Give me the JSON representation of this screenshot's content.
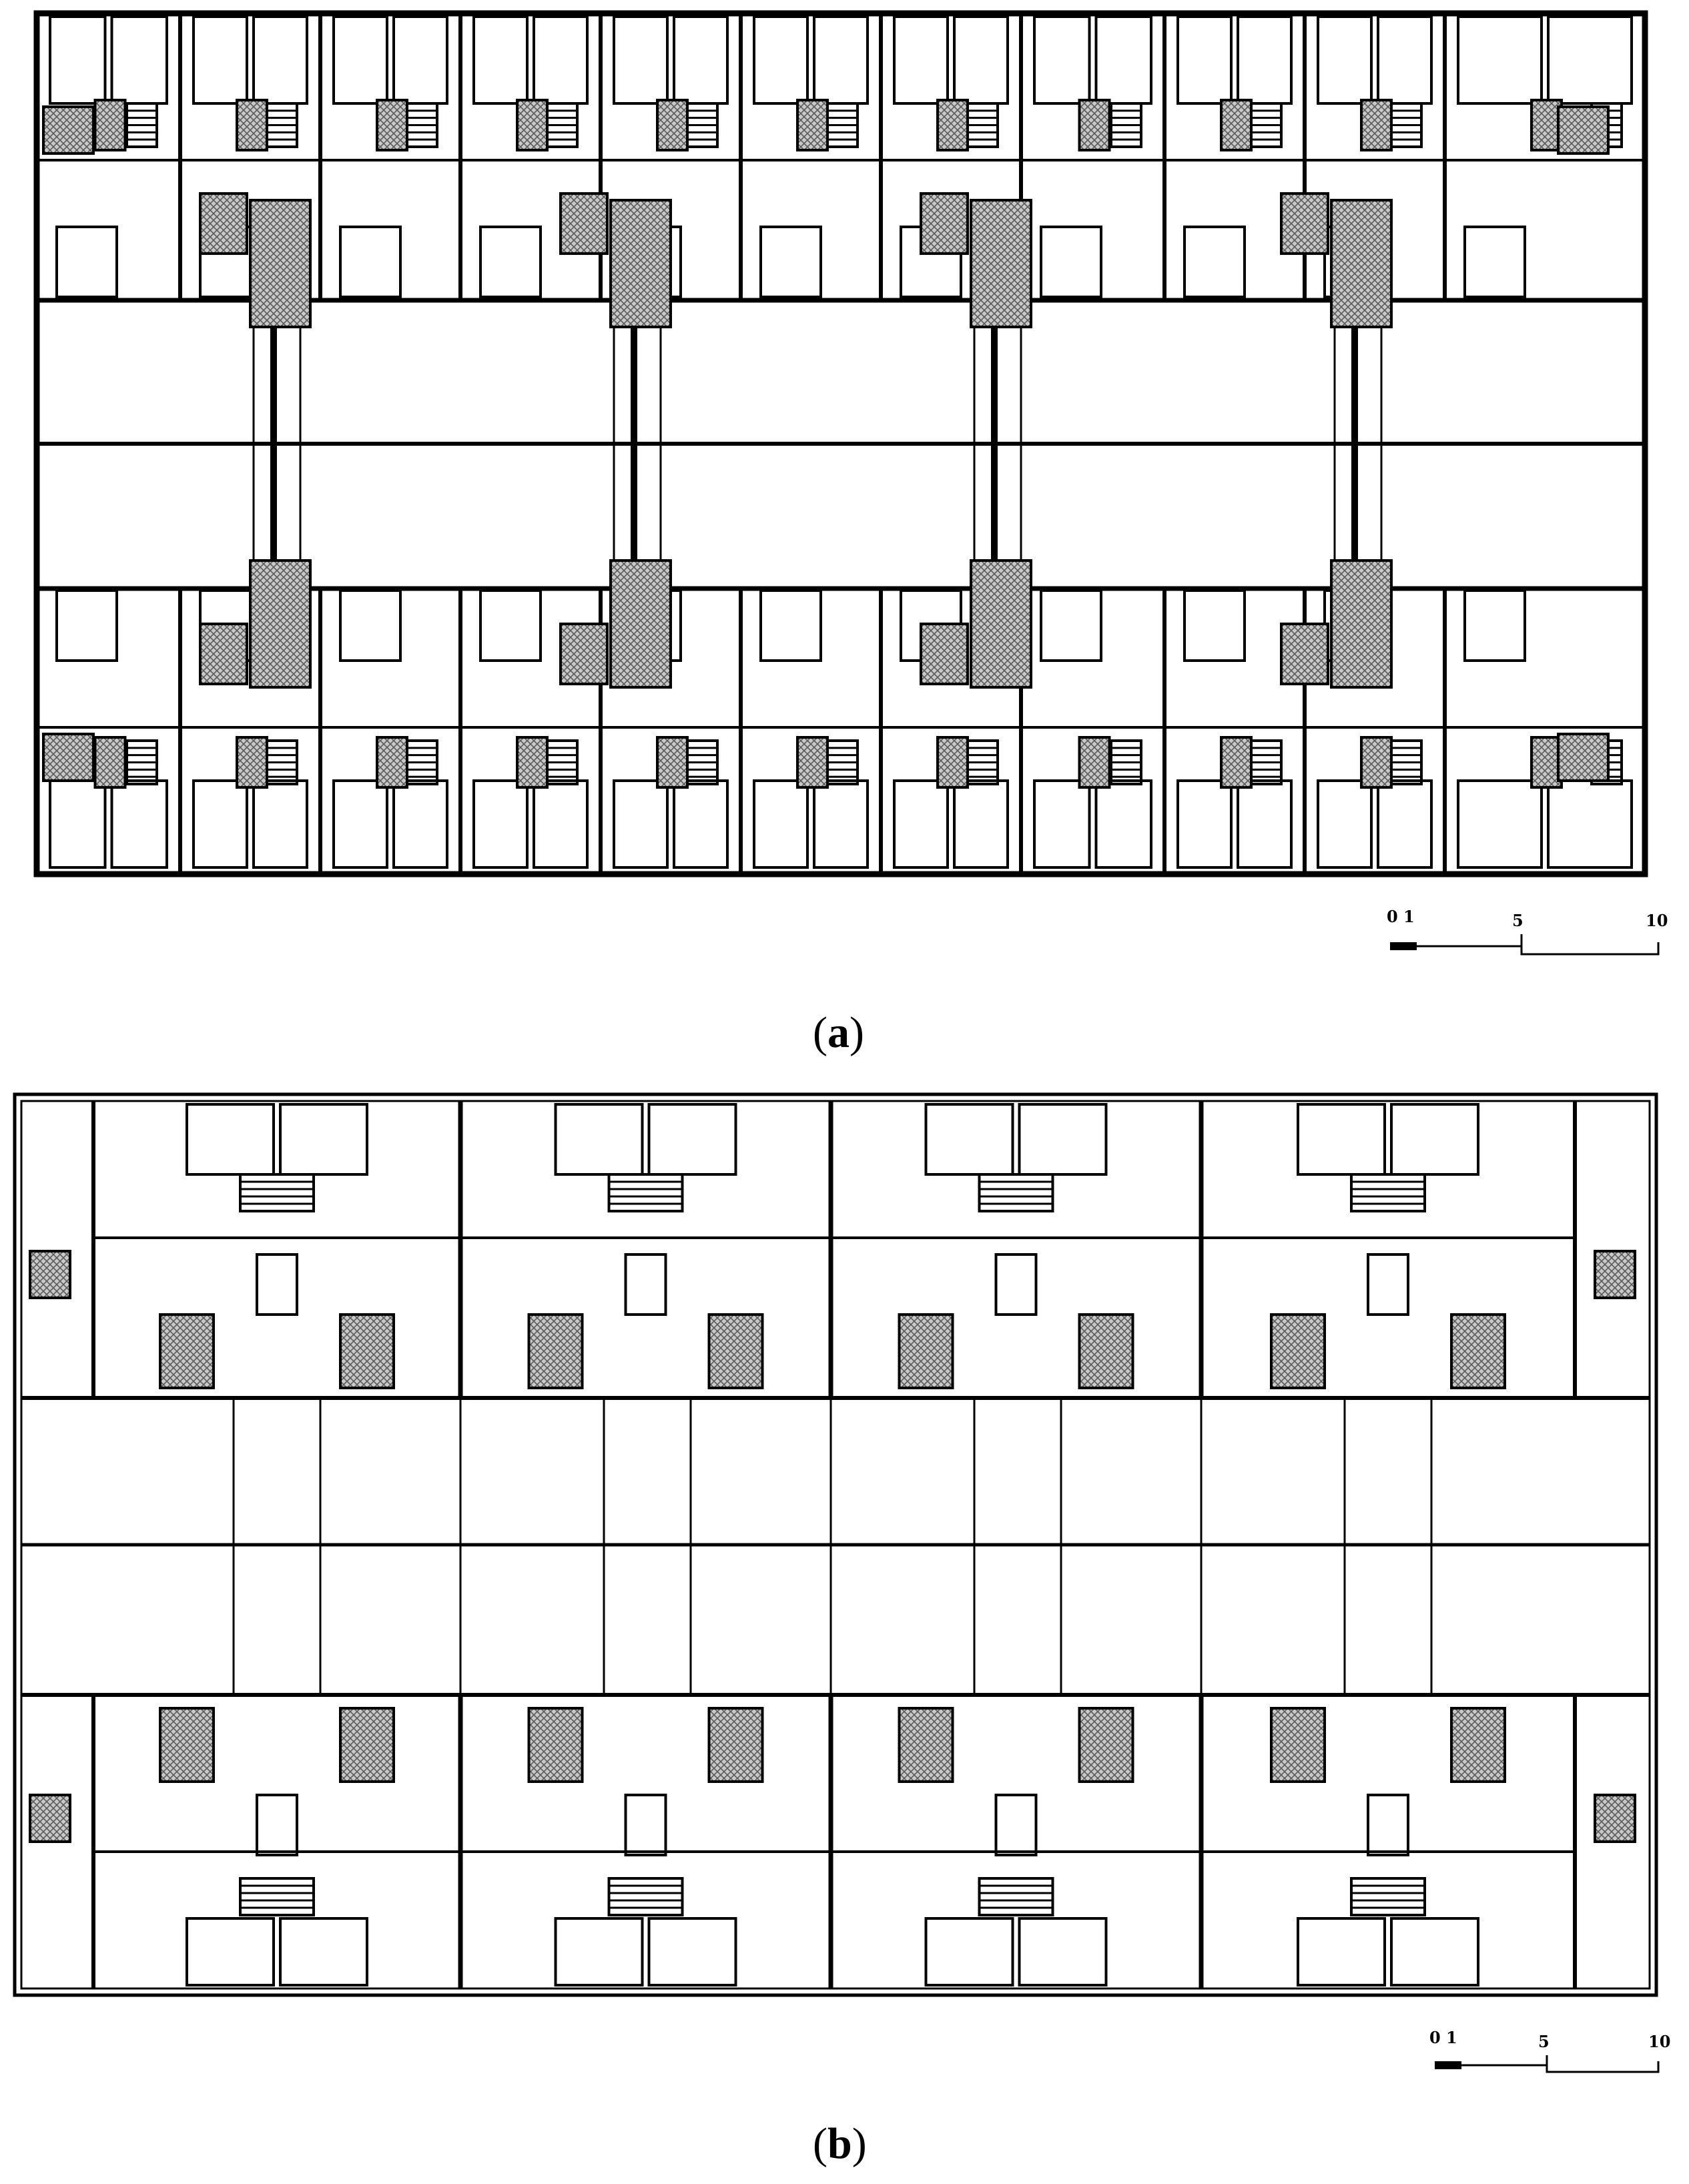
{
  "figures": [
    {
      "id": "a",
      "caption_open": "(",
      "caption_letter": "a",
      "caption_close": ")",
      "scale_labels": [
        "0 1",
        "5",
        "10"
      ]
    },
    {
      "id": "b",
      "caption_open": "(",
      "caption_letter": "b",
      "caption_close": ")",
      "scale_labels": [
        "0 1",
        "5",
        "10"
      ]
    }
  ],
  "colors": {
    "line": "#000000",
    "background": "#ffffff",
    "hatch_fill": "#bdbdbd"
  }
}
